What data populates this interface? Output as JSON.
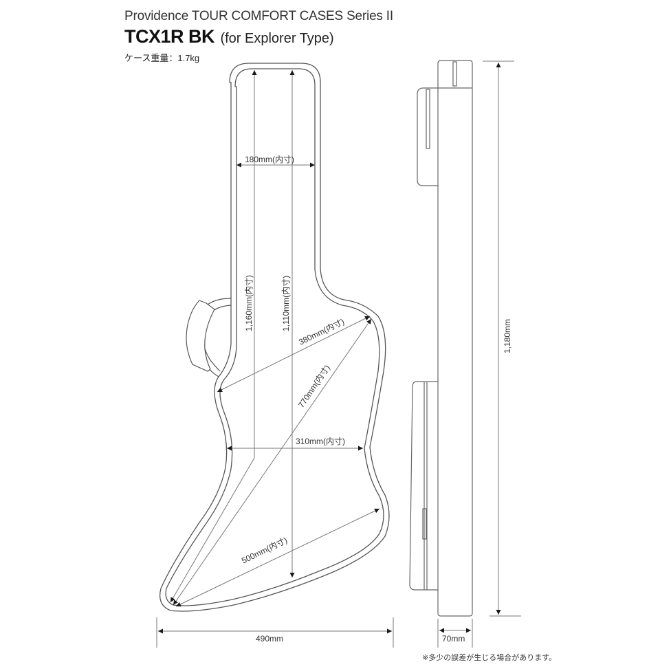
{
  "header": {
    "series": "Providence TOUR COMFORT CASES Series II",
    "model": "TCX1R BK",
    "model_type": "(for Explorer Type)",
    "weight": "ケース重量：1.7kg"
  },
  "dimensions": {
    "neck_width": "180mm(内寸)",
    "inner_length_1": "1,160mm(内寸)",
    "inner_length_2": "1,110mm(内寸)",
    "upper_diagonal": "380mm(内寸)",
    "body_diagonal": "770mm(内寸)",
    "waist_width": "310mm(内寸)",
    "lower_diagonal": "500mm(内寸)",
    "overall_width": "490mm",
    "overall_length": "1,180mm",
    "depth": "70mm"
  },
  "colors": {
    "outline": "#555555",
    "dimension_line": "#777777",
    "arrow": "#1a1a1a"
  },
  "footer": {
    "note": "※多少の誤差が生じる場合があります。"
  }
}
